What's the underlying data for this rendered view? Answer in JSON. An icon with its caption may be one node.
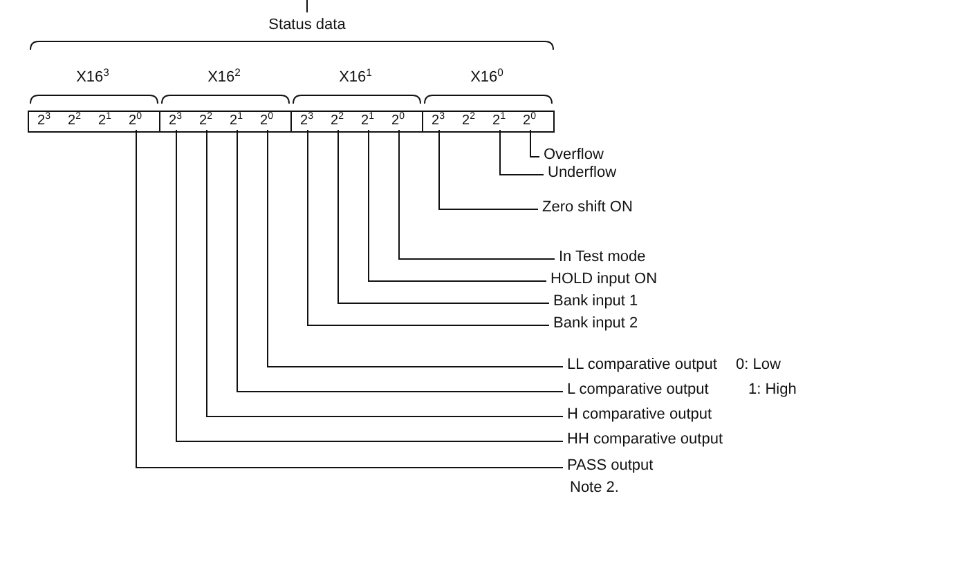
{
  "diagram": {
    "nodes": [
      {
        "text": [],
        "shape": "box"
      },
      {
        "text": [
          "2$^{3}$"
        ],
        "in": 0
      },
      {
        "text": [
          "2$^{2}$"
        ],
        "in": 0
      },
      {
        "text": [
          "2$^{1}$"
        ],
        "in": 0
      },
      {
        "text": [
          "2$^{0}$"
        ],
        "in": 0
      },
      {
        "text": [],
        "shape": "box"
      },
      {
        "text": [
          "2$^{3}$"
        ],
        "in": 5
      },
      {
        "text": [
          "2$^{2}$"
        ],
        "in": 5
      },
      {
        "text": [
          "2$^{1}$"
        ],
        "in": 5
      },
      {
        "text": [
          "2$^{0}$"
        ],
        "in": 5
      },
      {
        "text": [],
        "shape": "box"
      },
      {
        "text": [
          "2$^{3}$"
        ],
        "in": 10
      },
      {
        "text": [
          "2$^{2}$"
        ],
        "in": 10
      },
      {
        "text": [
          "2$^{1}$"
        ],
        "in": 10
      },
      {
        "text": [
          "2$^{0}$"
        ],
        "in": 10
      },
      {
        "text": [],
        "shape": "box"
      },
      {
        "text": [
          "2$^{3}$"
        ],
        "in": 15
      },
      {
        "text": [
          "2$^{2}$"
        ],
        "in": 15
      },
      {
        "text": [
          "2$^{1}$"
        ],
        "in": 15
      },
      {
        "text": [
          "2$^{0}$"
        ],
        "in": 15
      },
      {
        "text": [
          "Overflow"
        ]
      },
      {
        "text": [
          "Underflow"
        ]
      },
      {
        "text": [
          "Zero shift ON"
        ]
      },
      {
        "text": [
          "In Test mode"
        ]
      },
      {
        "text": [
          "HOLD input ON"
        ]
      },
      {
        "text": [
          "Bank input 1"
        ]
      },
      {
        "text": [
          "Bank input 2"
        ]
      },
      {
        "text": [
          "LL comparative output"
        ]
      },
      {
        "text": [
          "L comparative output"
        ]
      },
      {
        "text": [
          "H comparative output"
        ]
      },
      {
        "text": [
          "HH comparative output"
        ]
      },
      {
        "text": [
          "PASS output"
        ],
        "beside": [
          "Note 2."
        ]
      }
    ],
    "edges": [
      {
        "from": 19,
        "to": 20,
        "arrow": "none"
      },
      {
        "from": 18,
        "to": 21,
        "arrow": "none"
      },
      {
        "from": 16,
        "to": 22,
        "arrow": "none"
      },
      {
        "from": 14,
        "to": 23,
        "arrow": "none"
      },
      {
        "from": 13,
        "to": 24,
        "arrow": "none"
      },
      {
        "from": 12,
        "to": 25,
        "arrow": "none"
      },
      {
        "from": 11,
        "to": 26,
        "arrow": "none"
      },
      {
        "from": 9,
        "to": 27,
        "arrow": "none"
      },
      {
        "from": 8,
        "to": 28,
        "arrow": "none"
      },
      {
        "from": 7,
        "to": 29,
        "arrow": "none"
      },
      {
        "from": 6,
        "to": 30,
        "arrow": "none"
      },
      {
        "from": 4,
        "to": 31,
        "arrow": "none"
      }
    ],
    "labels": [
      "Status data",
      "X16$^{3}$",
      "X16$^{2}$",
      "X16$^{1}$",
      "X16$^{0}$",
      "0: Low",
      "1: High"
    ]
  }
}
